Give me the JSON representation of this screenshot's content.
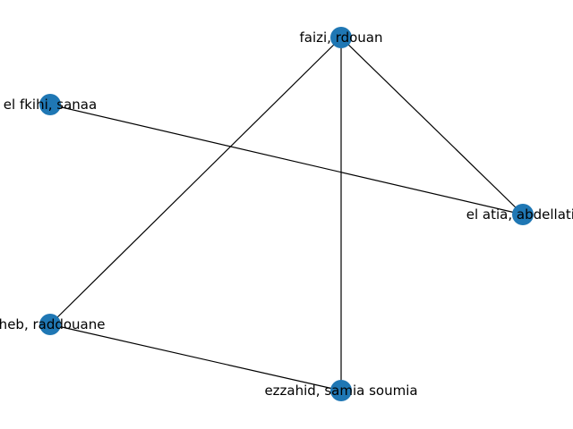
{
  "graph": {
    "node_color": "#1f77b4",
    "edge_color": "#000000",
    "nodes": [
      {
        "id": "faizi",
        "label": "faizi, rdouan"
      },
      {
        "id": "elfkihi",
        "label": "el fkihi, sanaa"
      },
      {
        "id": "elatia",
        "label": "el atia, abdellatif"
      },
      {
        "id": "raddouane",
        "label": "iheb, raddouane"
      },
      {
        "id": "ezzahid",
        "label": "ezzahid, samia soumia"
      }
    ],
    "edges": [
      {
        "source": "faizi",
        "target": "raddouane"
      },
      {
        "source": "faizi",
        "target": "ezzahid"
      },
      {
        "source": "faizi",
        "target": "elatia"
      },
      {
        "source": "elfkihi",
        "target": "elatia"
      },
      {
        "source": "raddouane",
        "target": "ezzahid"
      }
    ]
  }
}
